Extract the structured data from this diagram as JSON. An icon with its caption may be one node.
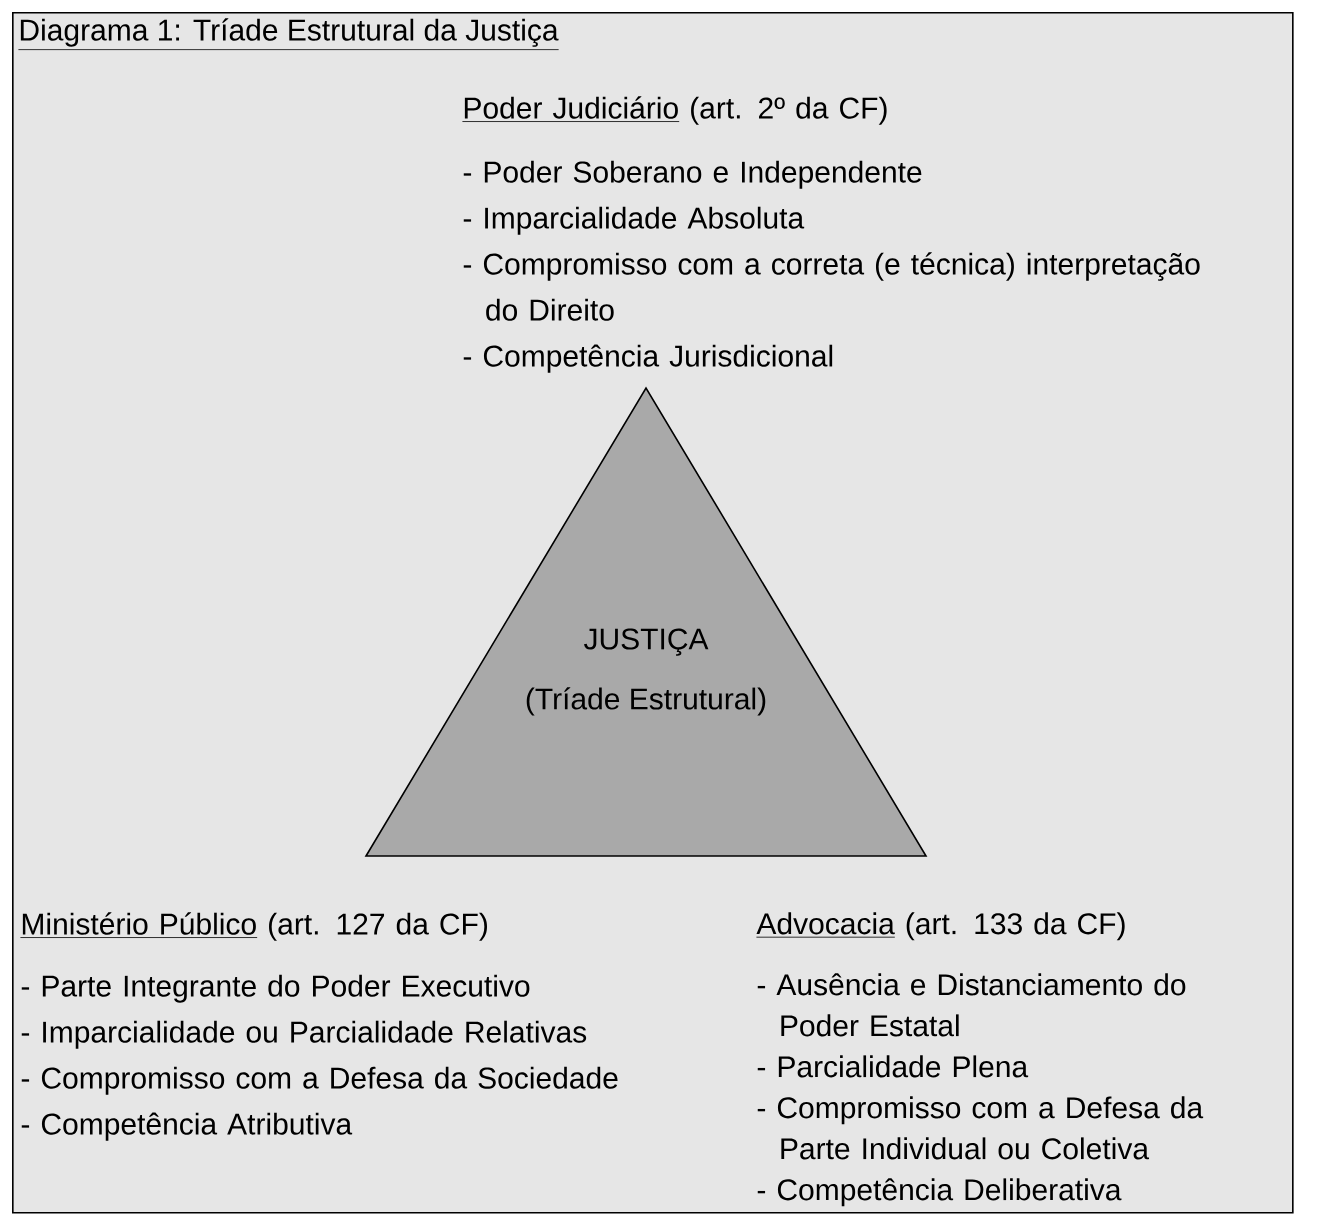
{
  "diagram": {
    "title": "Diagrama 1: Tríade Estrutural da Justiça",
    "nodes": [
      {
        "text": [],
        "shape": "box"
      },
      {
        "text": [
          "JUSTIÇA",
          "(Tríade Estrutural)"
        ],
        "in": 0
      },
      {
        "text": [
          "Poder Judiciário",
          "(art. 2º da CF)",
          "- Poder Soberano e Independente",
          "- Imparcialidade Absoluta",
          "- Compromisso com a correta (e técnica) interpretação do Direito",
          "- Competência Jurisdicional"
        ],
        "in": 0
      },
      {
        "text": [
          "Ministério Público",
          "(art. 127 da CF)",
          "- Parte Integrante do Poder Executivo",
          "- Imparcialidade ou Parcialidade Relativas",
          "- Compromisso com a Defesa da Sociedade",
          "- Competência Atributiva"
        ],
        "in": 0
      },
      {
        "text": [
          "Advocacia",
          "(art. 133 da CF)",
          "- Ausência e Distanciamento do Poder Estatal",
          "- Parcialidade Plena",
          "- Compromisso com a Defesa da Parte Individual ou Coletiva",
          "- Competência Deliberativa"
        ],
        "in": 0
      }
    ]
  }
}
